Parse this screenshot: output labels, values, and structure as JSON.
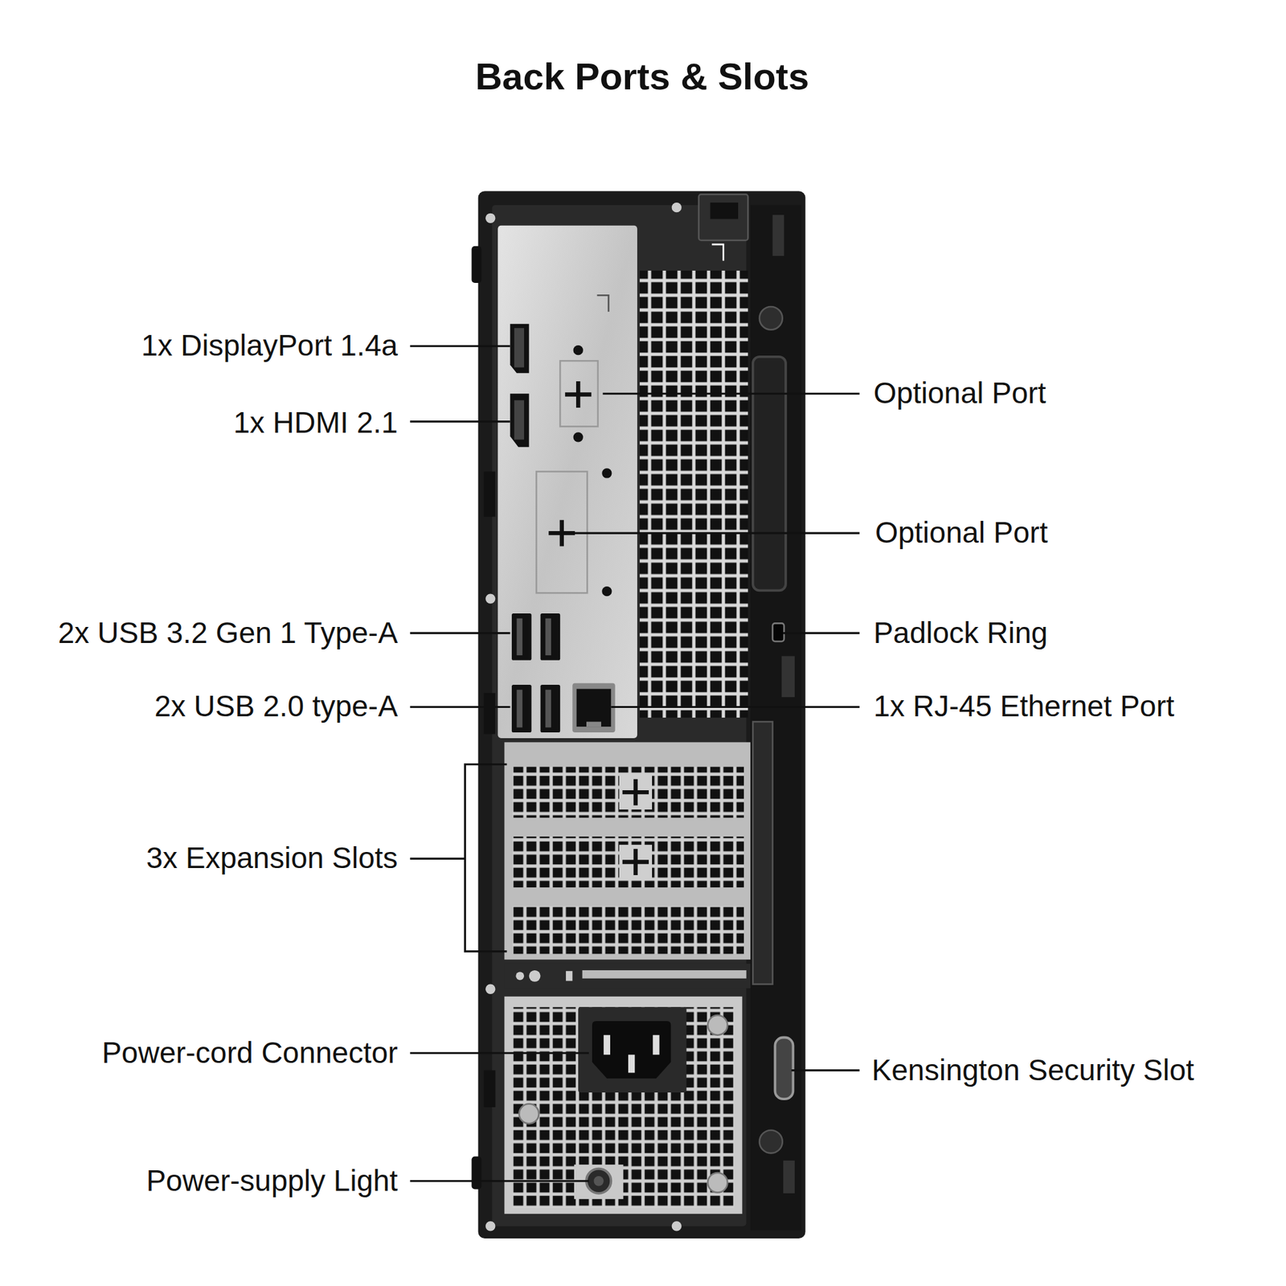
{
  "diagram": {
    "title": "Back Ports & Slots",
    "labels": [
      "1x DisplayPort 1.4a",
      "Optional Port",
      "1x HDMI 2.1",
      "Optional Port",
      "2x USB 3.2 Gen 1 Type-A",
      "Padlock Ring",
      "2x USB 2.0 type-A",
      "1x RJ-45 Ethernet Port",
      "3x Expansion Slots",
      "Power-cord Connector",
      "Kensington Security Slot",
      "Power-supply Light"
    ]
  }
}
